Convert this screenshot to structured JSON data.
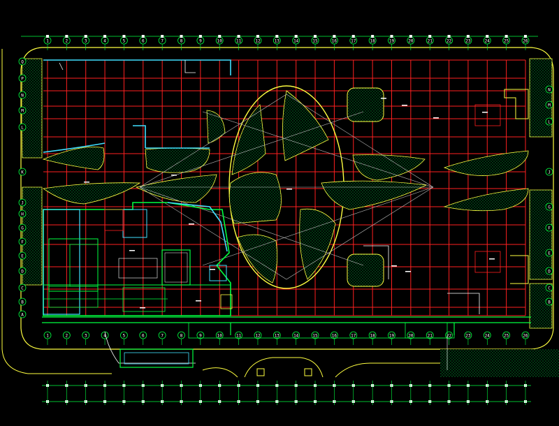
{
  "drawing": {
    "column_labels": [
      "1",
      "2",
      "3",
      "4",
      "5",
      "6",
      "7",
      "8",
      "9",
      "10",
      "11",
      "12",
      "13",
      "14",
      "15",
      "16",
      "17",
      "18",
      "19",
      "20",
      "21",
      "22",
      "23",
      "24",
      "25",
      "26"
    ],
    "row_labels_left": [
      "Q",
      "P",
      "N",
      "M",
      "L",
      "K",
      "J",
      "H",
      "G",
      "F",
      "E",
      "D",
      "C",
      "B",
      "A"
    ],
    "row_labels_right": [
      "N",
      "M",
      "L",
      "J",
      "G",
      "F",
      "E",
      "D",
      "C",
      "B"
    ],
    "colors": {
      "background": "#000000",
      "grid": "#ff2020",
      "outline": "#ffff40",
      "walls": "#00ff40",
      "cyan": "#40e0ff",
      "white": "#ffffff",
      "hatch": "#00aa30"
    }
  }
}
